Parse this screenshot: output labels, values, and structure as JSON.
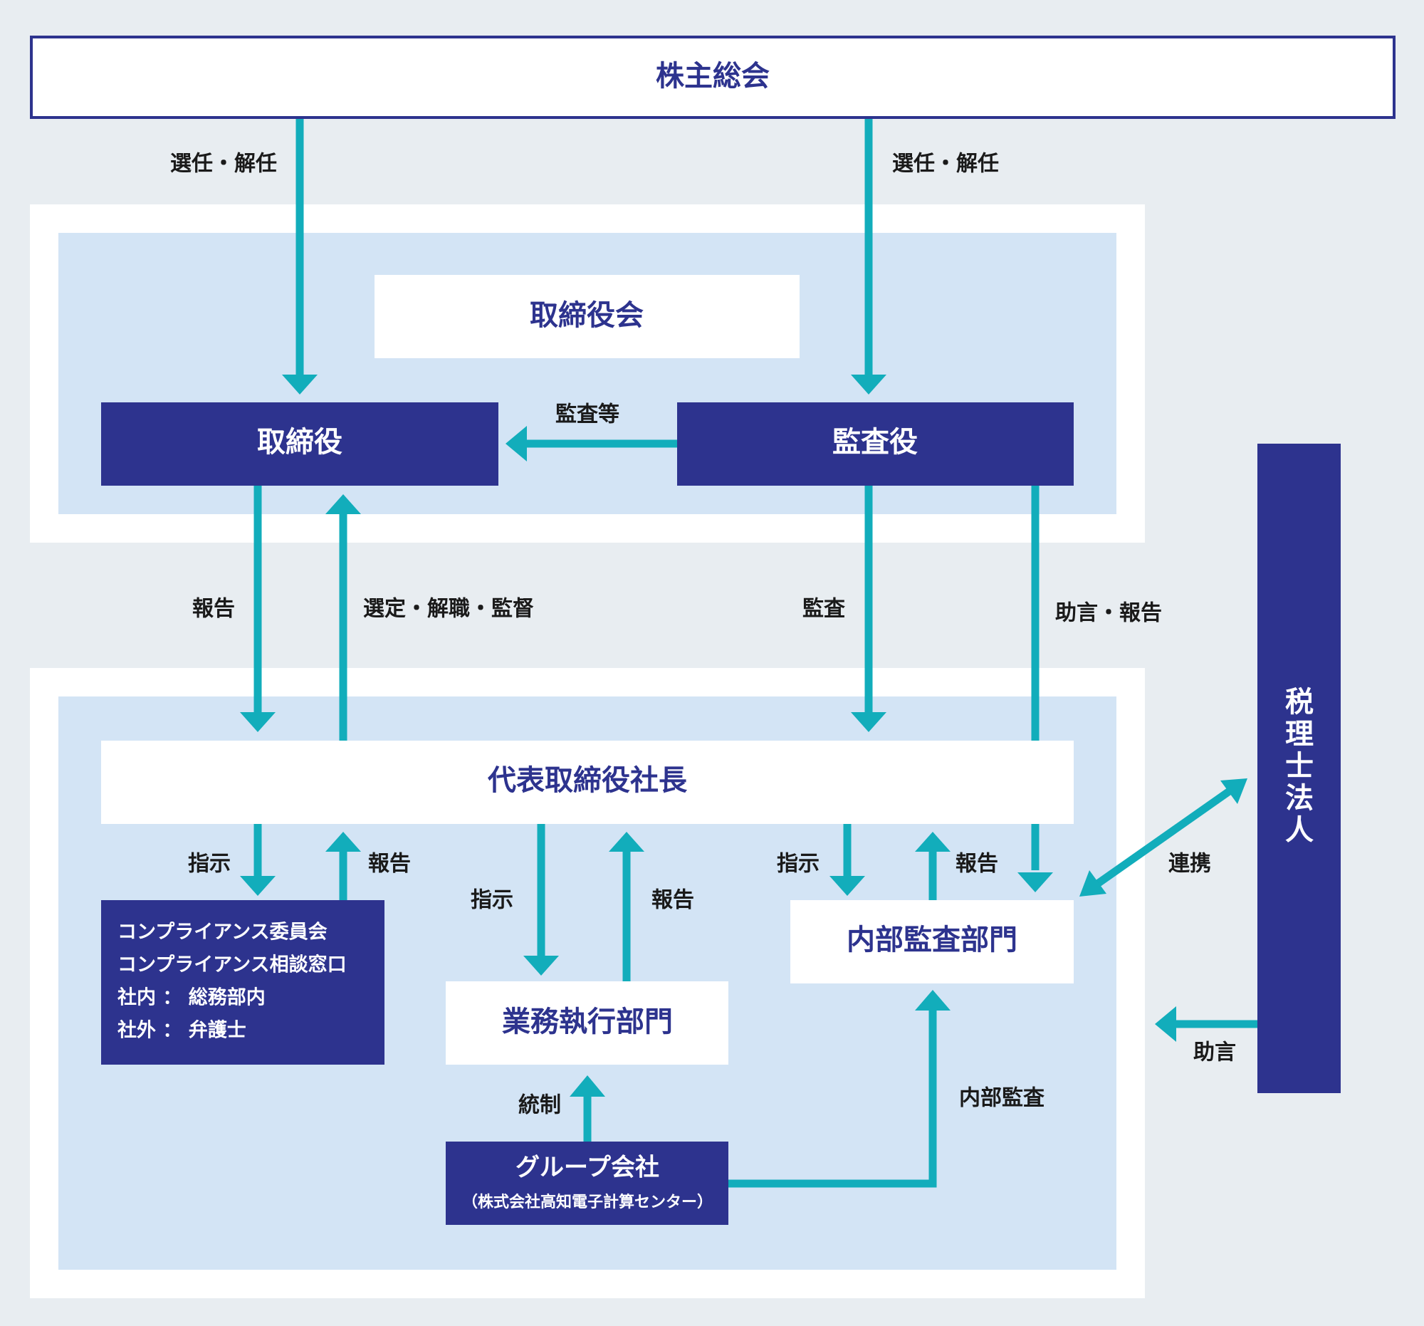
{
  "colors": {
    "page_bg": "#e8edf1",
    "panel_white": "#ffffff",
    "panel_blue": "#d3e4f5",
    "navy": "#2d338e",
    "arrow_teal": "#12adbb",
    "label_text": "#1a1a1a"
  },
  "nodes": {
    "shareholders_meeting": "株主総会",
    "board_meeting": "取締役会",
    "directors": "取締役",
    "auditors": "監査役",
    "president": "代表取締役社長",
    "compliance": {
      "line1": "コンプライアンス委員会",
      "line2": "コンプライアンス相談窓口",
      "line3": "社内 ： 総務部内",
      "line4": "社外 ： 弁護士"
    },
    "business_execution": "業務執行部門",
    "internal_audit": "内部監査部門",
    "group_company": {
      "name": "グループ会社",
      "sub": "（株式会社高知電子計算センター）"
    },
    "tax_firm": [
      "税",
      "理",
      "士",
      "法",
      "人"
    ]
  },
  "edges": {
    "appoint_directors": "選任・解任",
    "appoint_auditors": "選任・解任",
    "audit_etc": "監査等",
    "report_to_directors": "報告",
    "select_dismiss_supervise": "選定・解職・監督",
    "audit_president": "監査",
    "advice_report": "助言・報告",
    "instruct_compliance": "指示",
    "report_compliance": "報告",
    "instruct_business": "指示",
    "report_business": "報告",
    "instruct_internal": "指示",
    "report_internal": "報告",
    "cooperation": "連携",
    "advice": "助言",
    "governance": "統制",
    "internal_audit_group": "内部監査"
  }
}
